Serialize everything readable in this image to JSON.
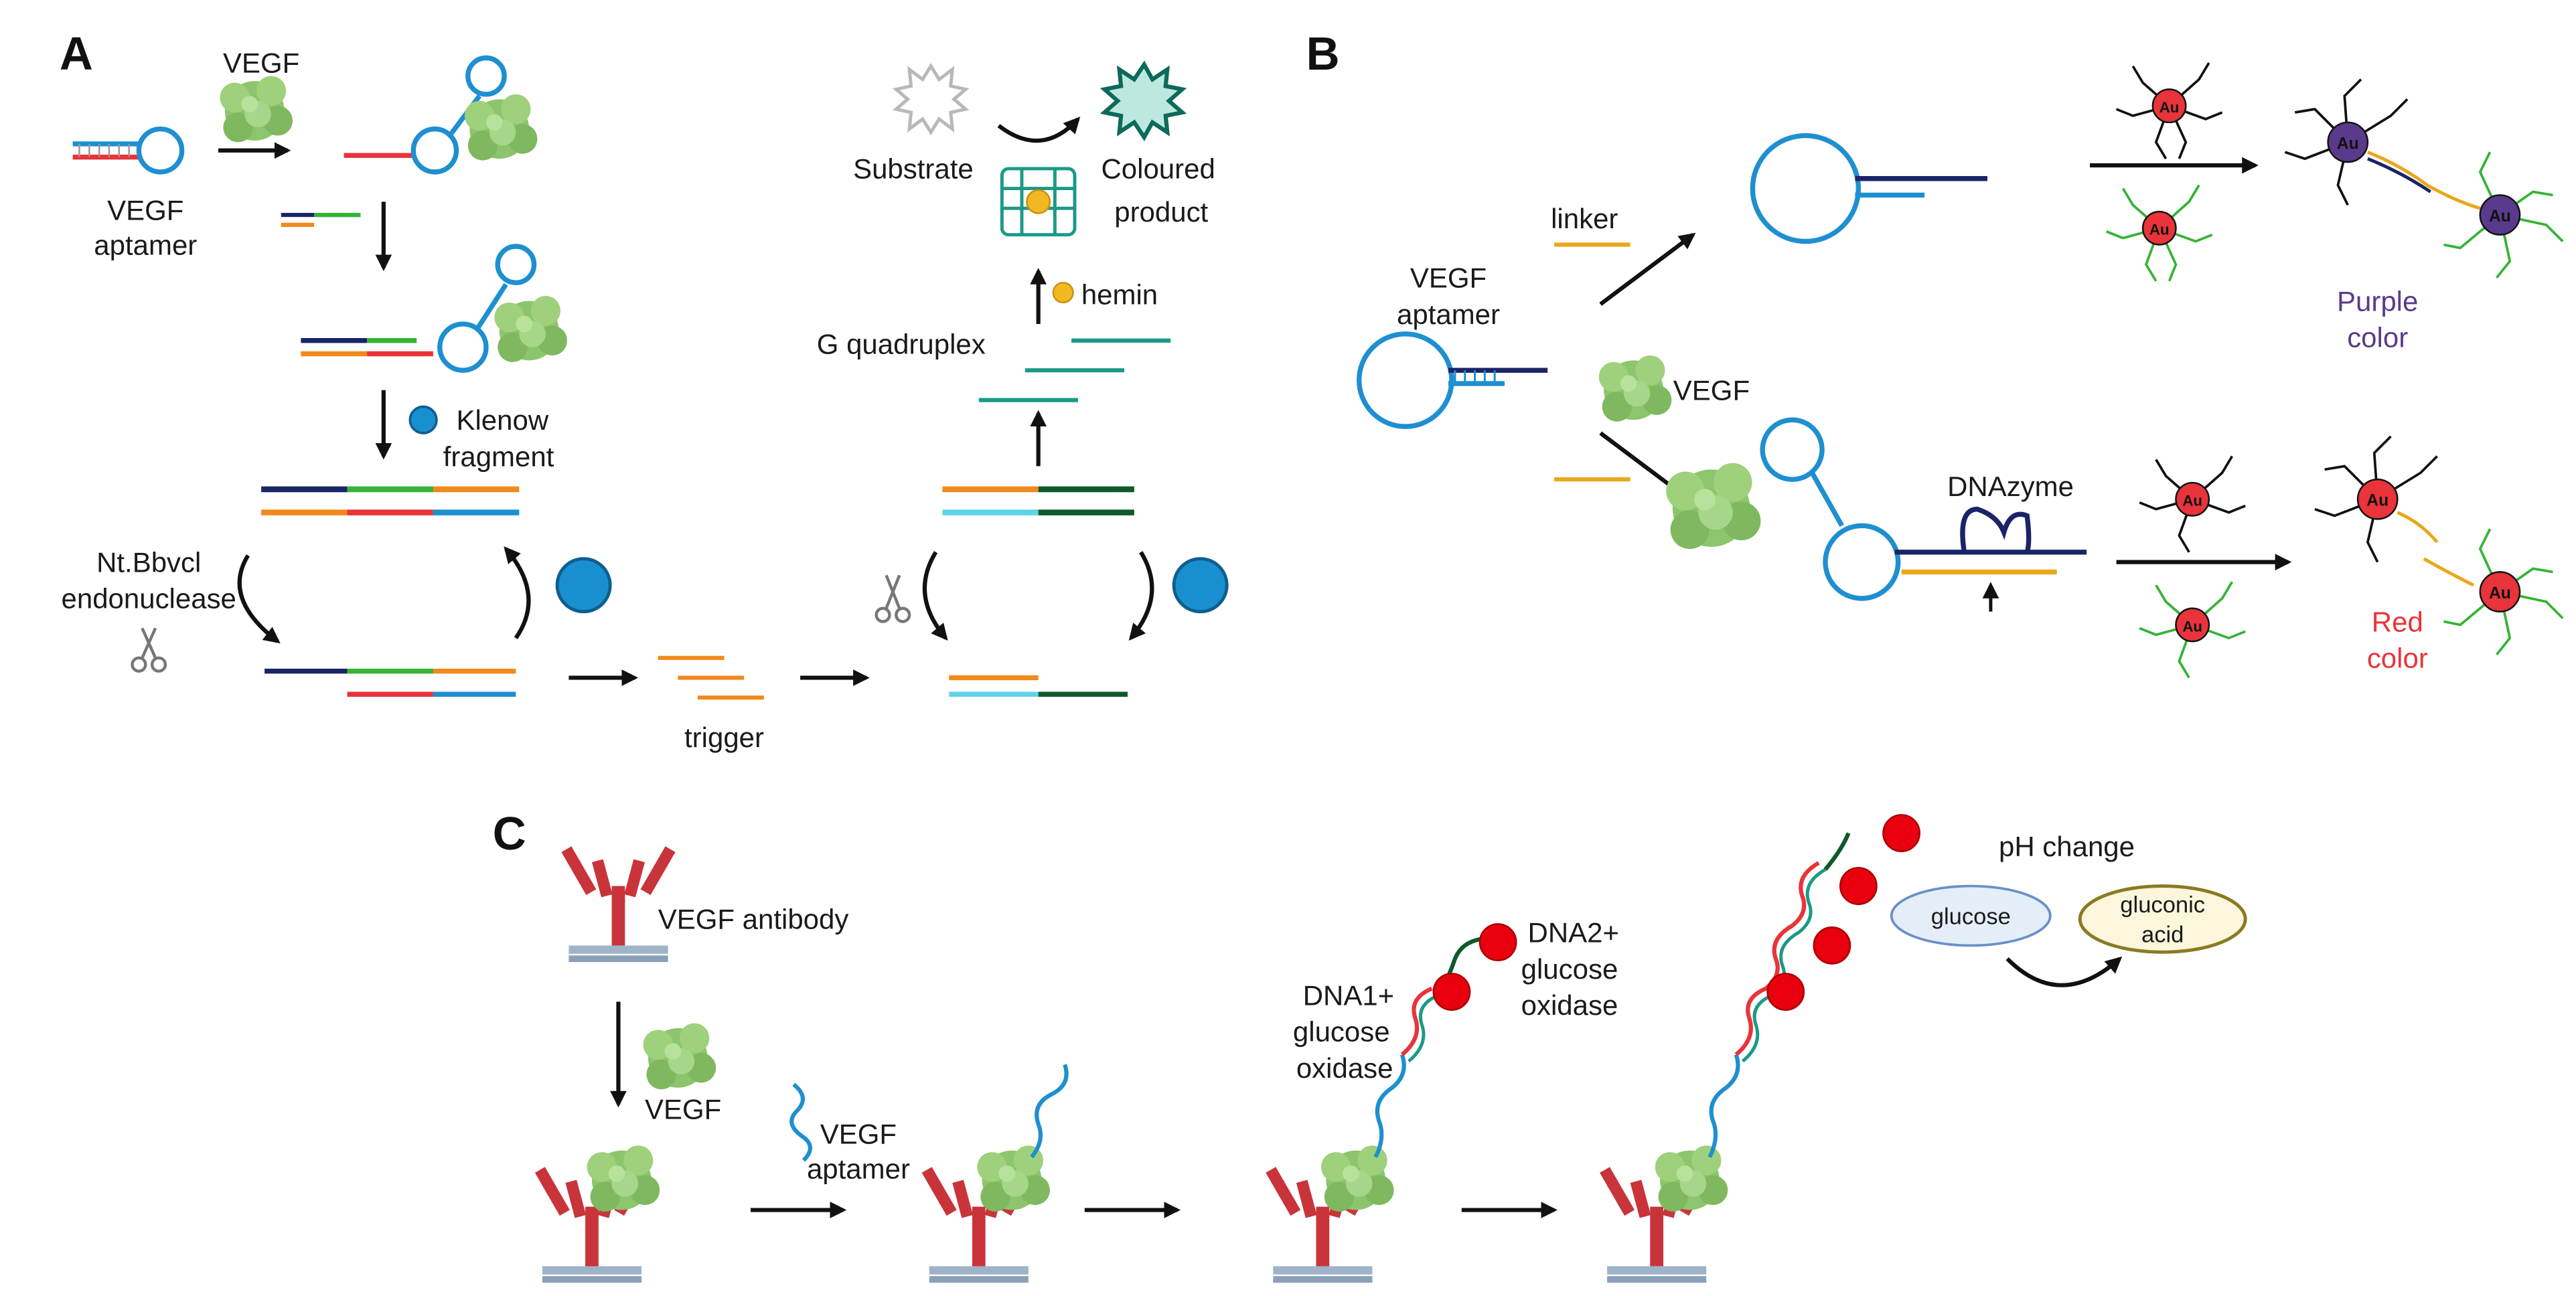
{
  "panels": {
    "a": "A",
    "b": "B",
    "c": "C"
  },
  "labels": {
    "vegf": "VEGF",
    "vegf_aptamer_l1": "VEGF",
    "vegf_aptamer_l2": "aptamer",
    "klenow_l1": "Klenow",
    "klenow_l2": "fragment",
    "nt_l1": "Nt.Bbvcl",
    "nt_l2": "endonuclease",
    "trigger": "trigger",
    "substrate": "Substrate",
    "coloured_l1": "Coloured",
    "coloured_l2": "product",
    "hemin": "hemin",
    "g_quadruplex": "G quadruplex",
    "linker": "linker",
    "b_aptamer_l1": "VEGF",
    "b_aptamer_l2": "aptamer",
    "b_vegf": "VEGF",
    "dnazyme": "DNAzyme",
    "au": "Au",
    "purple_l1": "Purple",
    "purple_l2": "color",
    "red_l1": "Red",
    "red_l2": "color",
    "vegf_antibody": "VEGF antibody",
    "c_vegf": "VEGF",
    "c_aptamer_l1": "VEGF",
    "c_aptamer_l2": "aptamer",
    "dna1_l1": "DNA1+",
    "dna1_l2": "glucose",
    "dna1_l3": "oxidase",
    "dna2_l1": "DNA2+",
    "dna2_l2": "glucose",
    "dna2_l3": "oxidase",
    "ph_change": "pH change",
    "glucose": "glucose",
    "gluconic_l1": "gluconic",
    "gluconic_l2": "acid"
  },
  "colors": {
    "navy": "#1a2466",
    "aptamer_blue": "#1e8fd0",
    "orange": "#f08a1c",
    "red": "#e8343a",
    "green": "#35b335",
    "cyan": "#5fd3e8",
    "teal": "#1a9a86",
    "dark_green": "#0d5a2a",
    "gold": "#e8a81c",
    "protein": "#8cc56b",
    "klenow": "#1a8fd0",
    "au_red": "#e8343a",
    "au_purple": "#5a3a8c",
    "purple_text": "#5a3a8c",
    "red_text": "#e8343a",
    "antibody": "#c9343a",
    "surface": "#9fb3c8"
  }
}
